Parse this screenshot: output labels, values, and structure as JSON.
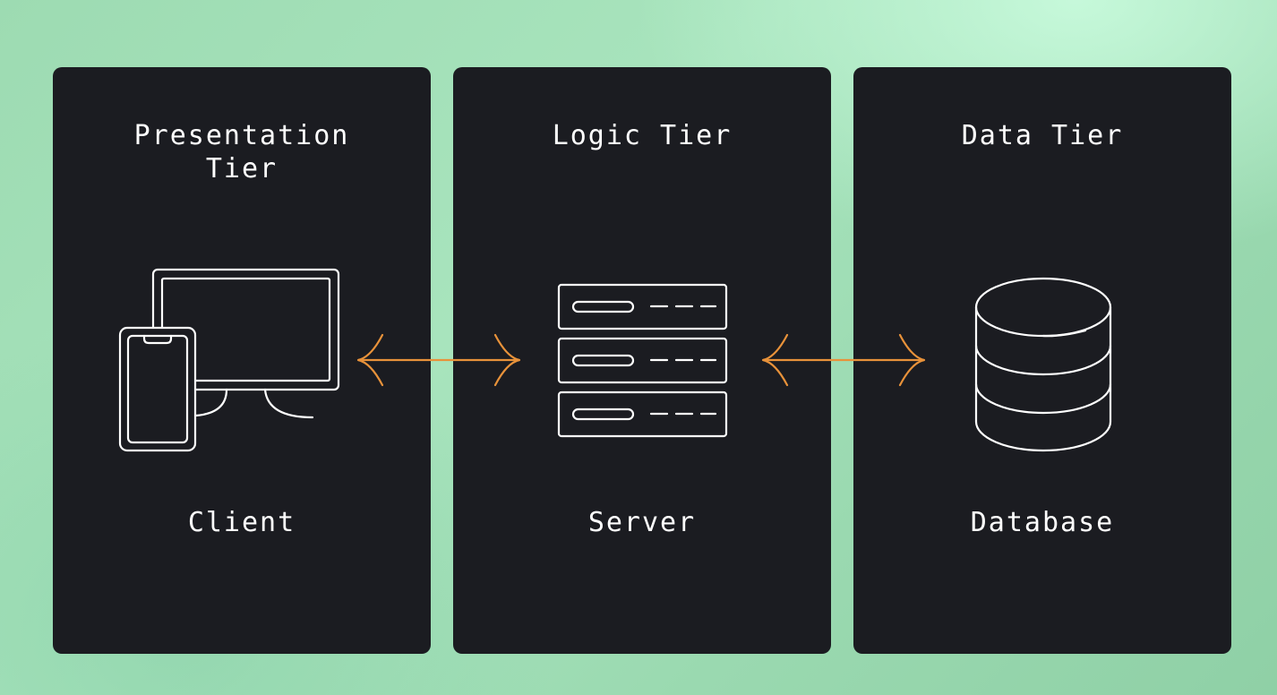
{
  "tiers": [
    {
      "title": "Presentation\nTier",
      "component": "Client",
      "icon": "client-devices-icon"
    },
    {
      "title": "Logic Tier",
      "component": "Server",
      "icon": "server-rack-icon"
    },
    {
      "title": "Data Tier",
      "component": "Database",
      "icon": "database-icon"
    }
  ],
  "connectors": [
    {
      "icon": "bidirectional-arrow-icon",
      "between": [
        "Client",
        "Server"
      ]
    },
    {
      "icon": "bidirectional-arrow-icon",
      "between": [
        "Server",
        "Database"
      ]
    }
  ],
  "colors": {
    "panel": "#1b1c21",
    "text": "#ffffff",
    "icon_stroke": "#ffffff",
    "arrow": "#e8923a",
    "background": "#a8e4bd"
  }
}
